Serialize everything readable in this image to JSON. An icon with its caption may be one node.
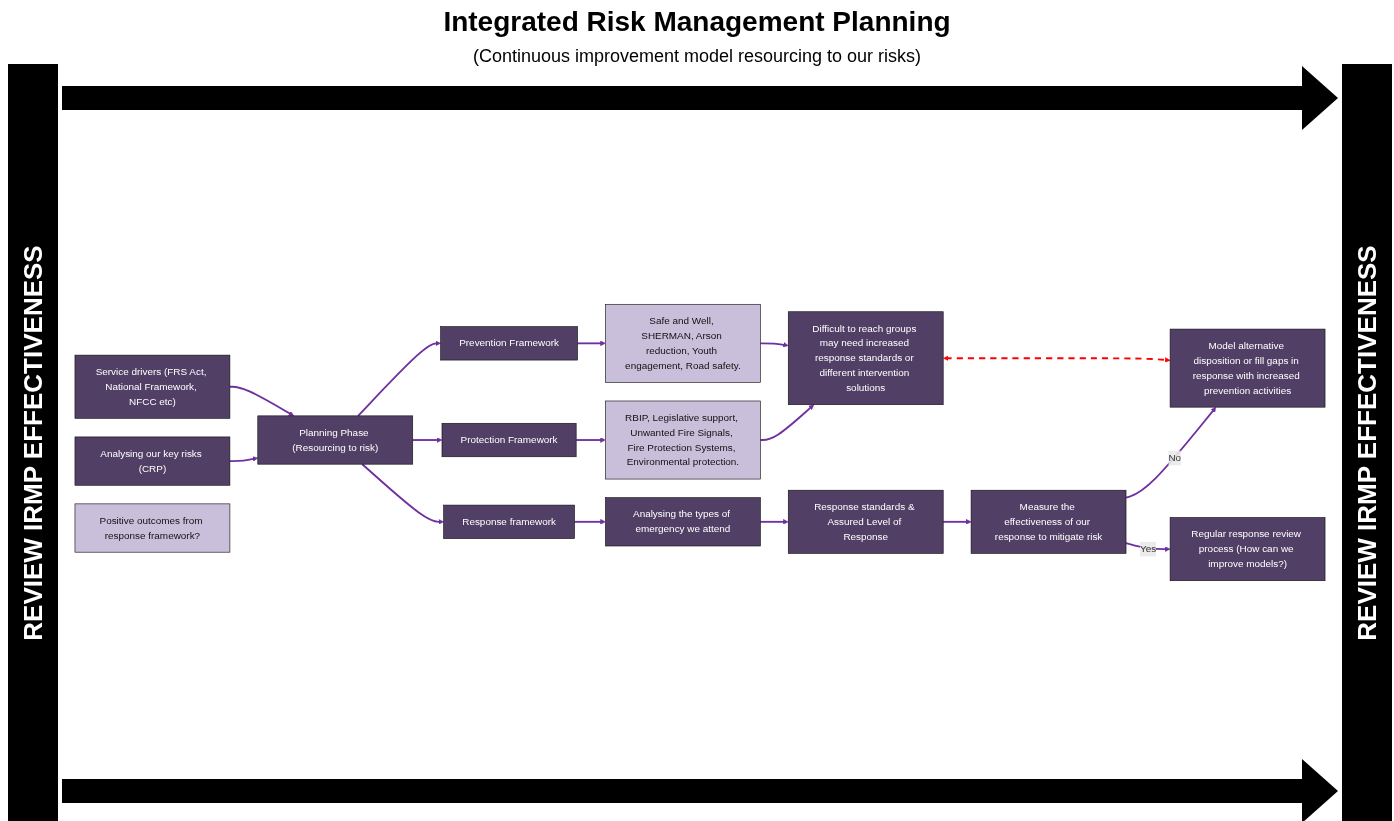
{
  "diagram": {
    "title": "Integrated Risk Management Planning",
    "caption": "(Continuous improvement model resourcing to our risks)",
    "nodes": [
      {
        "text": [
          "Service drivers (FRS Act, National Framework, NFCC etc)"
        ]
      },
      {
        "text": [
          "Analysing our key risks (CRP)"
        ]
      },
      {
        "text": [
          "Planning Phase (Resourcing to risk)"
        ]
      },
      {
        "text": [
          "Prevention Framework"
        ]
      },
      {
        "text": [
          "Protection Framework"
        ]
      },
      {
        "text": [
          "Response framework"
        ]
      },
      {
        "text": [
          "Safe and Well, SHERMAN, Arson reduction, Youth engagement, Road safety."
        ]
      },
      {
        "text": [
          "RBIP, Legislative support, Unwanted Fire Signals, Fire Protection Systems, Environmental protection."
        ]
      },
      {
        "text": [
          "Difficult to reach groups may need increased response standards or different intervention solutions"
        ]
      },
      {
        "text": [
          "Analysing the types of emergency we attend"
        ]
      },
      {
        "text": [
          "Response standards & Assured Level of Response"
        ]
      },
      {
        "text": [
          "Measure the effectiveness of our response to mitigate risk"
        ]
      },
      {
        "text": [
          "Positive outcomes from response framework?"
        ]
      },
      {
        "text": [
          "Model alternative disposition or fill gaps in response with increased prevention activities"
        ]
      },
      {
        "text": [
          "Regular response review process (How can we improve models?)"
        ]
      }
    ],
    "edges": [
      {
        "from": 0,
        "to": 2,
        "arrow": "to"
      },
      {
        "from": 1,
        "to": 2,
        "arrow": "to"
      },
      {
        "from": 2,
        "to": 3,
        "arrow": "to"
      },
      {
        "from": 2,
        "to": 4,
        "arrow": "to"
      },
      {
        "from": 2,
        "to": 5,
        "arrow": "to"
      },
      {
        "from": 3,
        "to": 6,
        "arrow": "to"
      },
      {
        "from": 4,
        "to": 7,
        "arrow": "to"
      },
      {
        "from": 6,
        "to": 8,
        "arrow": "to"
      },
      {
        "from": 7,
        "to": 8,
        "arrow": "to"
      },
      {
        "from": 8,
        "to": 13,
        "arrow": "both",
        "style": "dashed",
        "color": "#ff0000"
      },
      {
        "from": 5,
        "to": 9,
        "arrow": "to"
      },
      {
        "from": 9,
        "to": 10,
        "arrow": "to"
      },
      {
        "from": 10,
        "to": 11,
        "arrow": "to"
      },
      {
        "from": 11,
        "to": 13,
        "arrow": "to",
        "label": "No"
      },
      {
        "from": 11,
        "to": 14,
        "arrow": "to",
        "label": "Yes"
      }
    ],
    "labels": [
      "REVIEW IRMP EFFECTIVENESS",
      "REVIEW IRMP EFFECTIVENESS"
    ]
  }
}
